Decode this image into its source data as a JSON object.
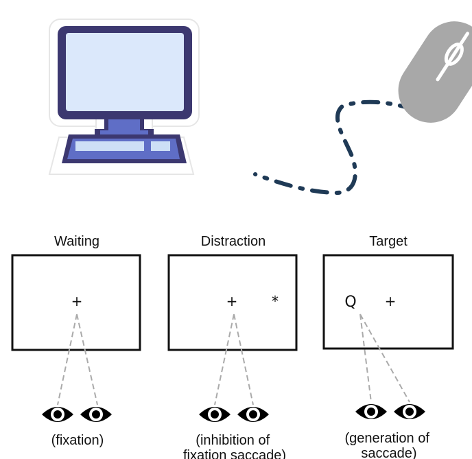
{
  "computer": {
    "icon": "desktop-computer-icon",
    "colors": {
      "outline": "#3c3870",
      "screen": "#dbe8fb",
      "base": "#5f6ec6",
      "keyboard": "#cddff6"
    }
  },
  "mouse": {
    "icon": "computer-mouse-icon",
    "colors": {
      "body": "#a8a8a8",
      "cord": "#1f3a56"
    }
  },
  "panels": [
    {
      "title": "Waiting",
      "symbols": [
        "+"
      ],
      "caption_lines": [
        "(fixation)"
      ]
    },
    {
      "title": "Distraction",
      "symbols": [
        "+",
        "*"
      ],
      "caption_lines": [
        "(inhibition of",
        "fixation saccade)"
      ]
    },
    {
      "title": "Target",
      "symbols": [
        "Q",
        "+"
      ],
      "caption_lines": [
        "(generation of",
        "saccade)"
      ]
    }
  ],
  "eye_icon": "eye-icon"
}
